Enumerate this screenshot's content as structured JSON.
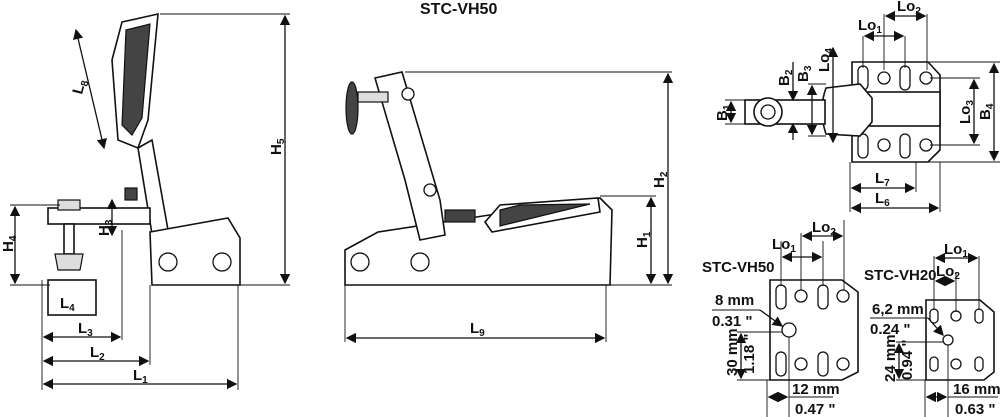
{
  "title": "STC-VH50",
  "side_view": {
    "L8": {
      "t": "L",
      "s": "8"
    },
    "H5": {
      "t": "H",
      "s": "5"
    },
    "H4": {
      "t": "H",
      "s": "4"
    },
    "H3": {
      "t": "H",
      "s": "3"
    },
    "L4": {
      "t": "L",
      "s": "4"
    },
    "L3": {
      "t": "L",
      "s": "3"
    },
    "L2": {
      "t": "L",
      "s": "2"
    },
    "L1": {
      "t": "L",
      "s": "1"
    }
  },
  "open_view": {
    "H2": {
      "t": "H",
      "s": "2"
    },
    "H1": {
      "t": "H",
      "s": "1"
    },
    "L9": {
      "t": "L",
      "s": "9"
    }
  },
  "top_view": {
    "Lo1": {
      "t": "Lo",
      "s": "1"
    },
    "Lo2": {
      "t": "Lo",
      "s": "2"
    },
    "Lo3": {
      "t": "Lo",
      "s": "3"
    },
    "Lo4": {
      "t": "Lo",
      "s": "4"
    },
    "B1": {
      "t": "B",
      "s": "1"
    },
    "B2": {
      "t": "B",
      "s": "2"
    },
    "B3": {
      "t": "B",
      "s": "3"
    },
    "B4": {
      "t": "B",
      "s": "4"
    },
    "L6": {
      "t": "L",
      "s": "6"
    },
    "L7": {
      "t": "L",
      "s": "7"
    }
  },
  "plates": [
    {
      "model": "STC-VH50",
      "Lo1": {
        "t": "Lo",
        "s": "1"
      },
      "Lo2": {
        "t": "Lo",
        "s": "2"
      },
      "hole_mm": "8 mm",
      "hole_in": "0.31 \"",
      "v_mm": "30 mm",
      "v_in": "1.18 \"",
      "h_mm": "12 mm",
      "h_in": "0.47 \""
    },
    {
      "model": "STC-VH20",
      "Lo1": {
        "t": "Lo",
        "s": "1"
      },
      "Lo2": {
        "t": "Lo",
        "s": "2"
      },
      "hole_mm": "6,2 mm",
      "hole_in": "0.24 \"",
      "v_mm": "24 mm",
      "v_in": "0.94 \"",
      "h_mm": "16 mm",
      "h_in": "0.63 \""
    }
  ]
}
